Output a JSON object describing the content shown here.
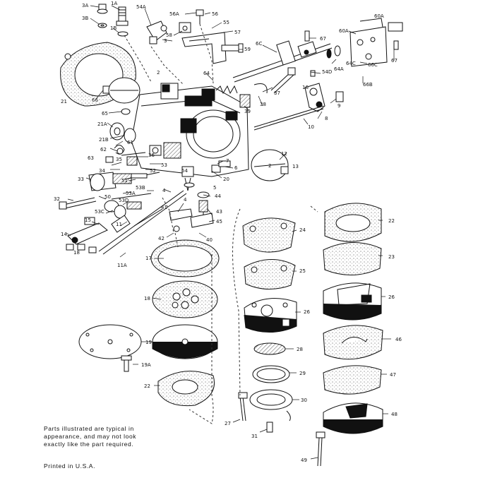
{
  "note": {
    "line1": "Parts illustrated are typical in",
    "line2": "appearance, and may not look",
    "line3": "exactly like the part required."
  },
  "printed": "Printed in U.S.A.",
  "colors": {
    "ink": "#111111",
    "paper": "#ffffff",
    "hatch": "#9a9a9a"
  },
  "labels": {
    "l3a": "3A",
    "l1a": "1A",
    "l54a": "54A",
    "l3b": "3B",
    "l1b": "1B",
    "l56a": "56A",
    "l56": "56",
    "l60a": "60A",
    "l60a2": "60A",
    "l2": "2",
    "l3": "3",
    "l58": "58",
    "l55": "55",
    "l57": "57",
    "l59": "59",
    "l6c": "6C",
    "l67": "67",
    "l66c": "66C",
    "l67b": "67",
    "l64": "64",
    "l54d": "54D",
    "l64a": "64A",
    "l64c": "64C",
    "l66b": "66B",
    "l21": "21",
    "l66": "66",
    "l65": "65",
    "l37": "37",
    "l16": "16",
    "l39": "39",
    "l38": "38",
    "l9": "9",
    "l8": "8",
    "l21a": "21A",
    "l21b": "21B",
    "l61": "61",
    "l62": "62",
    "l10": "10",
    "l63": "63",
    "l36": "36",
    "l35": "35",
    "l53": "53",
    "l12": "12",
    "l34": "34",
    "l52": "52",
    "l7": "7",
    "l6": "6",
    "l2b": "2",
    "l13": "13",
    "l33": "33",
    "l54": "54",
    "l20": "20",
    "l51": "51",
    "l5": "5",
    "l50": "50",
    "l53a": "53A",
    "l53b": "53B",
    "l4": "4",
    "l44": "44",
    "l32": "32",
    "l53d": "53D",
    "l4b": "4",
    "l41": "41",
    "l53c": "53C",
    "l43": "43",
    "l15": "15",
    "l11": "11",
    "l45": "45",
    "l22": "22",
    "l24": "24",
    "l14": "14",
    "l42": "42",
    "l40": "40",
    "l18": "18",
    "l11a": "11A",
    "l17": "17",
    "l23": "23",
    "l25": "25",
    "l18b": "18",
    "l26": "26",
    "l26b": "26",
    "l19": "19",
    "l46": "46",
    "l28": "28",
    "l19a": "19A",
    "l29": "29",
    "l47": "47",
    "l22b": "22",
    "l30": "30",
    "l48": "48",
    "l27": "27",
    "l31": "31",
    "l49": "49"
  }
}
